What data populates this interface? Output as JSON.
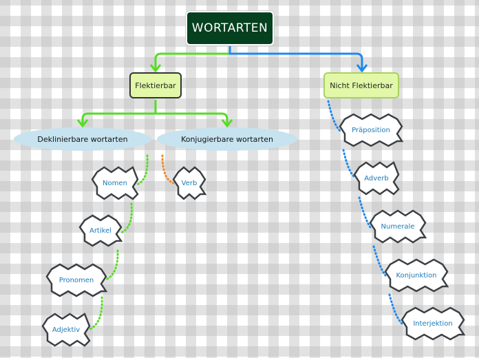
{
  "diagram": {
    "type": "mind-map",
    "root": {
      "label": "WORTARTEN"
    },
    "categories": [
      {
        "label": "Flektierbar"
      },
      {
        "label": "Nicht Flektierbar"
      }
    ],
    "subcategories": [
      {
        "label": "Deklinierbare wortarten"
      },
      {
        "label": "Konjugierbare wortarten"
      }
    ],
    "leaves": {
      "deklinierbar": [
        "Nomen",
        "Artikel",
        "Pronomen",
        "Adjektiv"
      ],
      "konjugierbar": [
        "Verb"
      ],
      "nicht_flektierbar": [
        "Präposition",
        "Adverb",
        "Numerale",
        "Konjunktion",
        "Interjektion"
      ]
    },
    "colors": {
      "root_fill": "#05401f",
      "category_fill": "#e2f8a8",
      "subcategory_fill": "#c6e3ef",
      "leaf_text": "#1a7ab8",
      "connector_green": "#55dd22",
      "connector_blue": "#1e88f0",
      "connector_orange": "#f08a24"
    }
  }
}
